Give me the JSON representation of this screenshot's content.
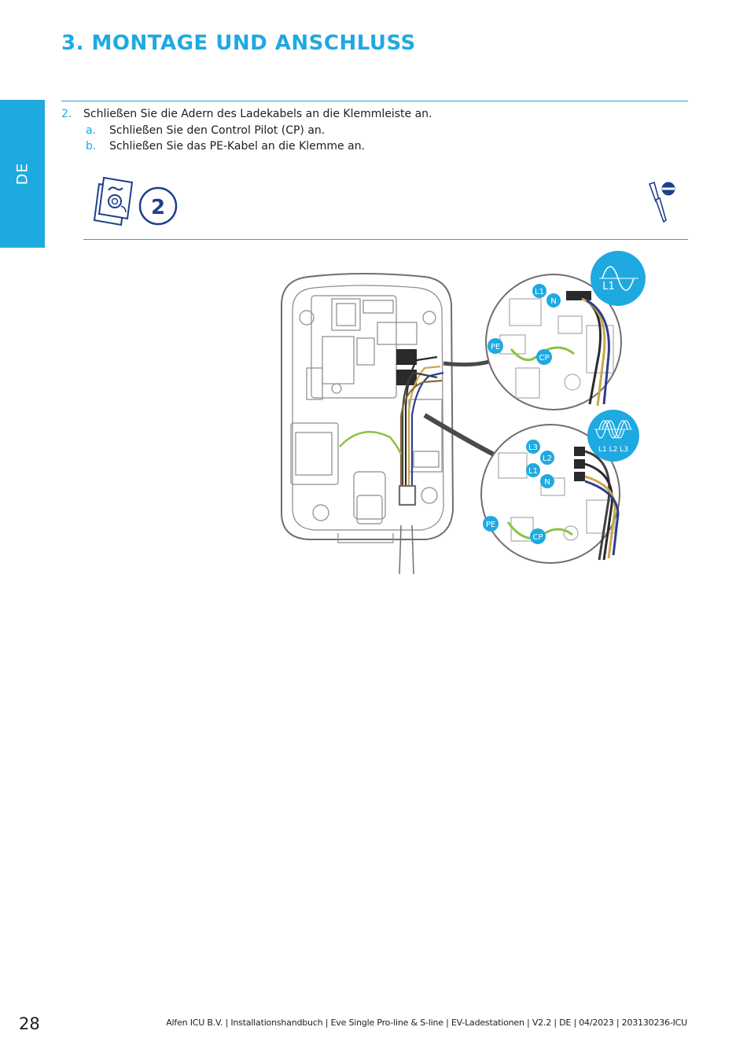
{
  "header": {
    "title": "3. MONTAGE UND ANSCHLUSS"
  },
  "side_tab": {
    "label": "DE"
  },
  "steps": [
    {
      "num": "2.",
      "text": "Schließen Sie die Adern des Ladekabels an die Klemmleiste an."
    },
    {
      "num": "a.",
      "text": "Schließen Sie den Control Pilot (CP) an."
    },
    {
      "num": "b.",
      "text": "Schließen Sie das PE-Kabel an die Klemme an."
    }
  ],
  "badge": {
    "number": "2"
  },
  "figure": {
    "single_phase": {
      "phase_label": "L1",
      "wires": {
        "l1": "L1",
        "n": "N",
        "pe": "PE",
        "cp": "CP"
      }
    },
    "three_phase": {
      "phase_labels": "L1 L2 L3",
      "wires": {
        "l3": "L3",
        "l2": "L2",
        "l1": "L1",
        "n": "N",
        "pe": "PE",
        "cp": "CP"
      }
    }
  },
  "icons": {
    "manual": "manual-cable-icon",
    "screwdriver": "flat-screwdriver-icon"
  },
  "colors": {
    "accent": "#1fa9e1",
    "text": "#1d1d1b"
  },
  "footer": {
    "page_number": "28",
    "text": "Alfen ICU B.V. | Installationshandbuch | Eve Single Pro-line & S-line | EV-Ladestationen  | V2.2 | DE | 04/2023 | 203130236-ICU"
  }
}
